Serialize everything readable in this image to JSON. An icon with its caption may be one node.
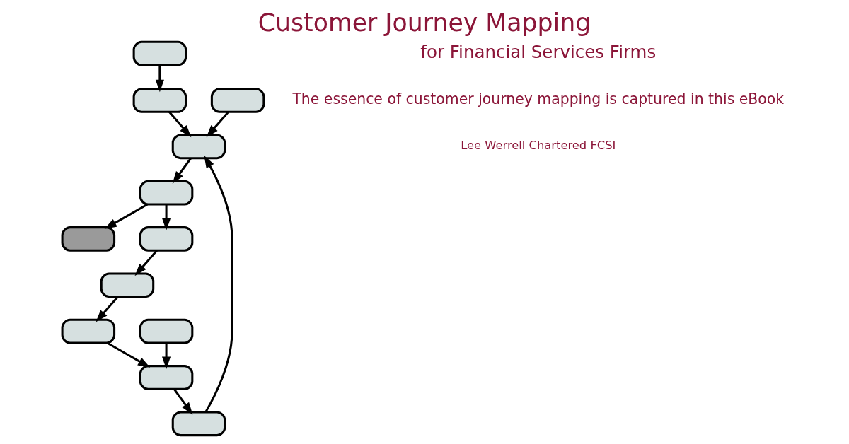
{
  "diagram": {
    "title": "Customer Journey Mapping",
    "nodes": [
      {
        "text": [],
        "shape": "box"
      },
      {
        "text": [],
        "shape": "box"
      },
      {
        "text": [],
        "shape": "box"
      },
      {
        "text": [],
        "shape": "box"
      },
      {
        "text": [],
        "shape": "box"
      },
      {
        "text": [],
        "shape": "box"
      },
      {
        "text": [],
        "shape": "box"
      },
      {
        "text": [],
        "shape": "box"
      },
      {
        "text": [],
        "shape": "box"
      },
      {
        "text": [],
        "shape": "box"
      },
      {
        "text": [],
        "shape": "box"
      },
      {
        "text": [],
        "shape": "box"
      }
    ],
    "edges": [
      {
        "from": 0,
        "to": 1,
        "arrow": "to"
      },
      {
        "from": 1,
        "to": 3,
        "arrow": "to"
      },
      {
        "from": 2,
        "to": 3,
        "arrow": "to"
      },
      {
        "from": 4,
        "to": 5,
        "arrow": "to"
      },
      {
        "from": 5,
        "to": 6,
        "arrow": "to"
      },
      {
        "from": 6,
        "to": 3,
        "arrow": "to"
      },
      {
        "from": 3,
        "to": 7,
        "arrow": "to"
      },
      {
        "from": 7,
        "to": 8,
        "arrow": "to"
      },
      {
        "from": 7,
        "to": 11,
        "arrow": "to"
      },
      {
        "from": 11,
        "to": 10,
        "arrow": "to"
      },
      {
        "from": 10,
        "to": 9,
        "arrow": "to"
      },
      {
        "from": 9,
        "to": 5,
        "arrow": "to"
      }
    ],
    "labels": [
      "for Financial Services Firms",
      "The essence of customer journey mapping is captured in this eBook",
      "Lee Werrell Chartered FCSI"
    ]
  }
}
